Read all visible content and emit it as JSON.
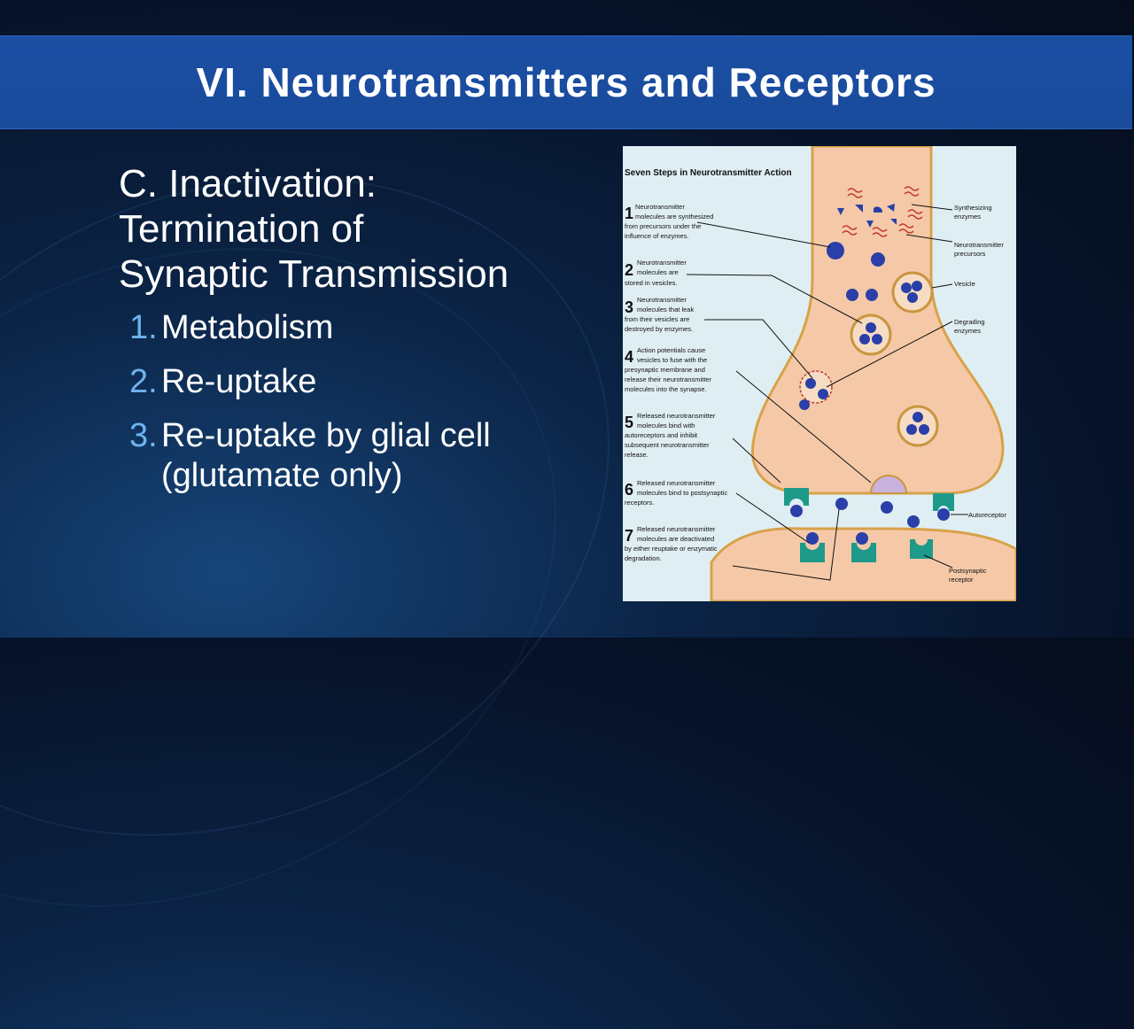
{
  "slide": {
    "title": "VI. Neurotransmitters and Receptors",
    "heading_lines": [
      "C. Inactivation:",
      "Termination of",
      "Synaptic Transmission"
    ],
    "items": [
      {
        "num": "1.",
        "text": "Metabolism"
      },
      {
        "num": "2.",
        "text": "Re-uptake"
      },
      {
        "num": "3.",
        "text": "Re-uptake by glial cell (glutamate only)"
      }
    ]
  },
  "figure": {
    "title": "Seven Steps in Neurotransmitter Action",
    "steps": [
      {
        "n": "1",
        "lines": [
          "Neurotransmitter",
          "molecules are synthesized",
          "from precursors under the",
          "influence of enzymes."
        ]
      },
      {
        "n": "2",
        "lines": [
          "Neurotransmitter",
          "molecules are",
          "stored in vesicles."
        ]
      },
      {
        "n": "3",
        "lines": [
          "Neurotransmitter",
          "molecules that leak",
          "from their vesicles are",
          "destroyed by enzymes."
        ]
      },
      {
        "n": "4",
        "lines": [
          "Action potentials cause",
          "vesicles to fuse with the",
          "presynaptic membrane and",
          "release their neurotransmitter",
          "molecules into the synapse."
        ]
      },
      {
        "n": "5",
        "lines": [
          "Released neurotransmitter",
          "molecules bind with",
          "autoreceptors and inhibit",
          "subsequent neurotransmitter",
          "release."
        ]
      },
      {
        "n": "6",
        "lines": [
          "Released neurotransmitter",
          "molecules bind to postsynaptic",
          "receptors."
        ]
      },
      {
        "n": "7",
        "lines": [
          "Released neurotransmitter",
          "molecules are deactivated",
          "by either reuptake or enzymatic",
          "degradation."
        ]
      }
    ],
    "labels": {
      "synth_enzymes": [
        "Synthesizing",
        "enzymes"
      ],
      "precursors": [
        "Neurotransmitter",
        "precursors"
      ],
      "vesicle": [
        "Vesicle"
      ],
      "degrading": [
        "Degrading",
        "enzymes"
      ],
      "autoreceptor": [
        "Autoreceptor"
      ],
      "postsynaptic": [
        "Postsynaptic",
        "receptor"
      ]
    },
    "colors": {
      "cytoplasm": "#f5c9a8",
      "membrane": "#d8a24a",
      "background": "#dfeef3",
      "molecule": "#2b3fa8",
      "receptor": "#1e9a8a"
    }
  }
}
